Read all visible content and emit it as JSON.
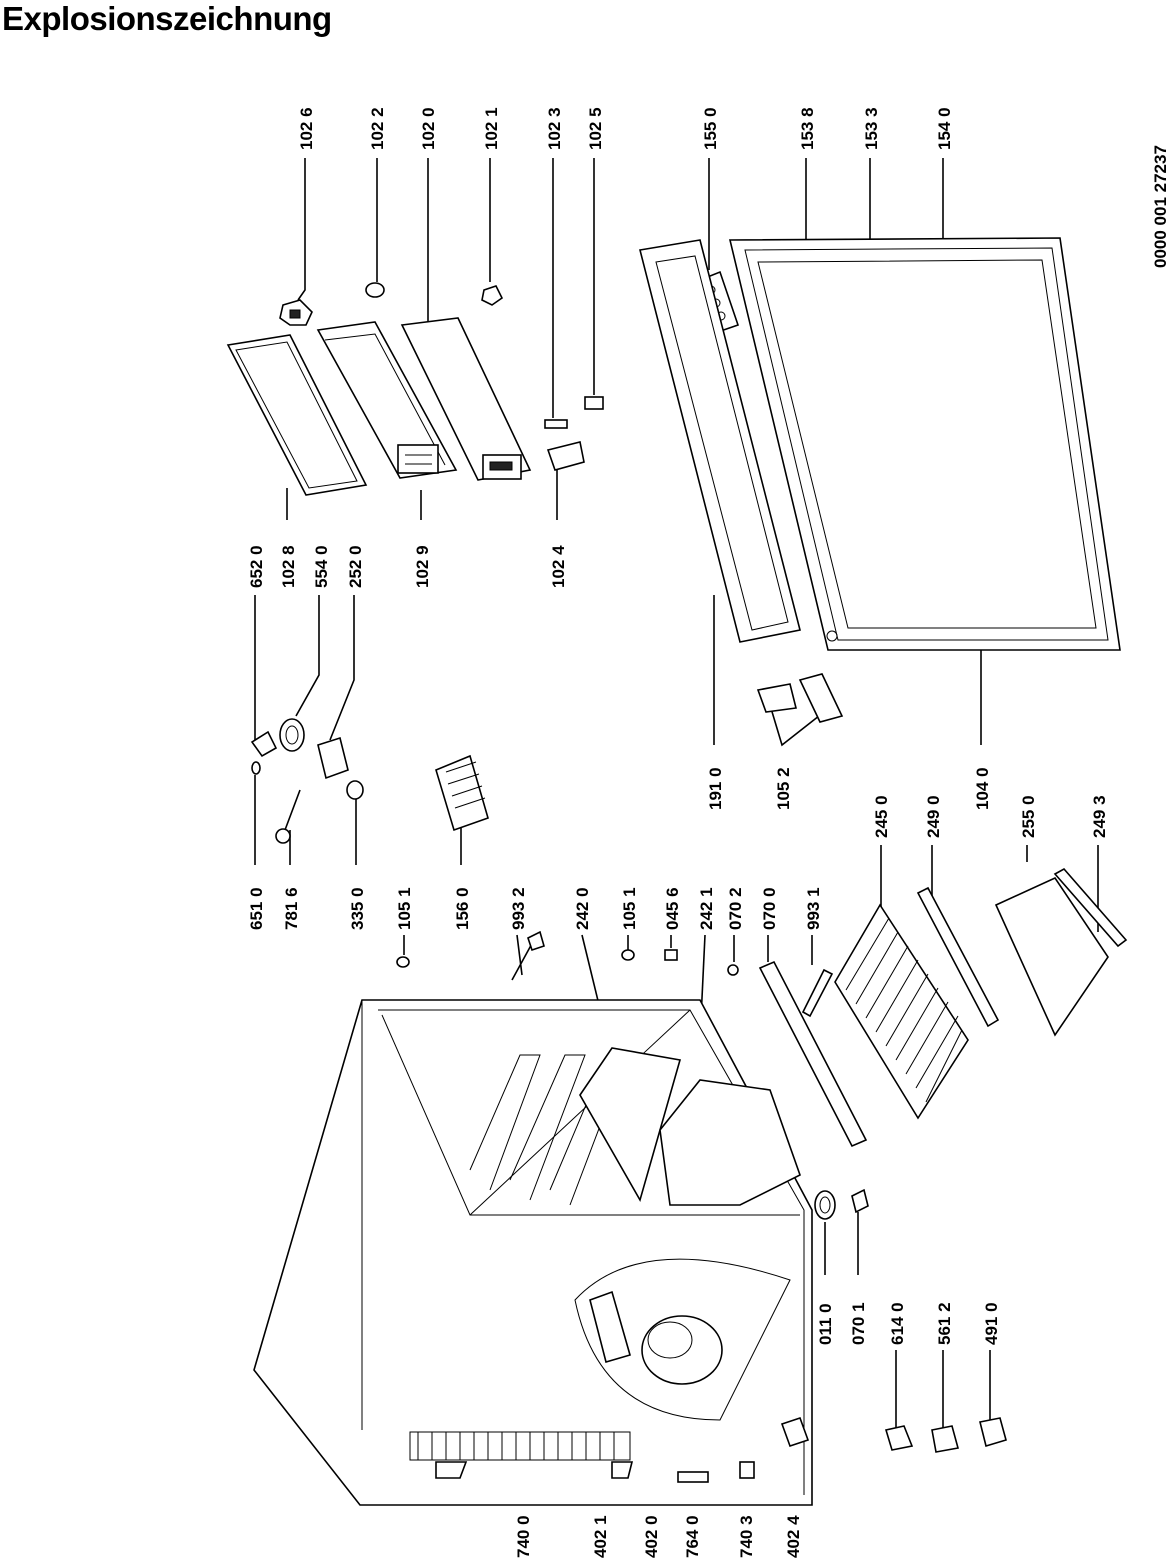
{
  "title": "Explosionszeichnung",
  "document_number": "0000 001 27237",
  "part_labels": {
    "p1026": "102 6",
    "p1022": "102 2",
    "p1020": "102 0",
    "p1021": "102 1",
    "p1023": "102 3",
    "p1025": "102 5",
    "p1550": "155 0",
    "p1538": "153 8",
    "p1533": "153 3",
    "p1540": "154 0",
    "p6520": "652 0",
    "p1028": "102 8",
    "p5540": "554 0",
    "p2520": "252 0",
    "p1029": "102 9",
    "p1024": "102 4",
    "p1910": "191 0",
    "p1052": "105 2",
    "p1040": "104 0",
    "p6510": "651 0",
    "p7816": "781 6",
    "p3350": "335 0",
    "p1051a": "105 1",
    "p1560": "156 0",
    "p9932": "993 2",
    "p2420": "242 0",
    "p1051b": "105 1",
    "p0456": "045 6",
    "p2421": "242 1",
    "p0702": "070 2",
    "p0700": "070 0",
    "p9931": "993 1",
    "p2450": "245 0",
    "p2490": "249 0",
    "p2550": "255 0",
    "p2493": "249 3",
    "p0110": "011 0",
    "p0701": "070 1",
    "p6140": "614 0",
    "p5612": "561 2",
    "p4910": "491 0",
    "p7400": "740 0",
    "p4021": "402 1",
    "p4020": "402 0",
    "p7640": "764 0",
    "p7403": "740 3",
    "p4024": "402 4"
  }
}
